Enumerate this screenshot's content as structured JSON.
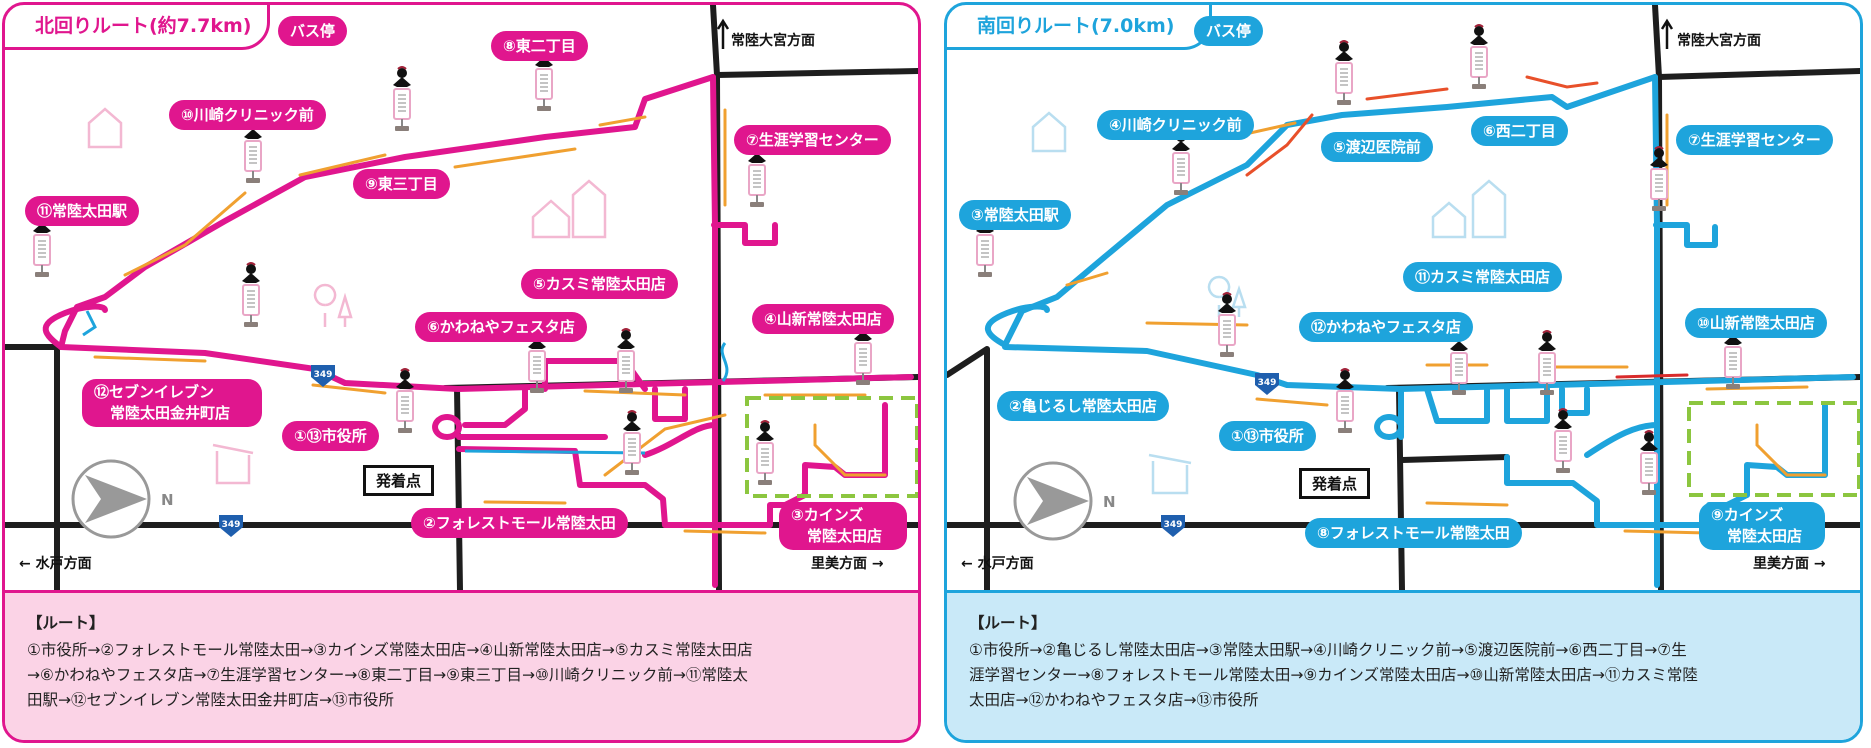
{
  "north": {
    "title": "北回りルート(約7.7km)",
    "legend_label": "バス停",
    "accent": "#e0168e",
    "bg": "#fbd3e6",
    "direction_north_label": "常陸大宮方面",
    "direction_west_label": "← 水戸方面",
    "direction_east_label": "里美方面 →",
    "origin_label": "発着点",
    "compass_label": "N",
    "route_shield": "349",
    "stops": {
      "s1_13": "①⑬市役所",
      "s2": "②フォレストモール常陸太田",
      "s3_line1": "③カインズ",
      "s3_line2": "常陸太田店",
      "s4": "④山新常陸太田店",
      "s5": "⑤カスミ常陸太田店",
      "s6": "⑥かわねやフェスタ店",
      "s7": "⑦生涯学習センター",
      "s8": "⑧東二丁目",
      "s9": "⑨東三丁目",
      "s10": "⑩川崎クリニック前",
      "s11": "⑪常陸太田駅",
      "s12_line1": "⑫セブンイレブン",
      "s12_line2": "常陸太田金井町店"
    },
    "route_heading": "【ルート】",
    "route_lines": [
      "①市役所→②フォレストモール常陸太田→③カインズ常陸太田店→④山新常陸太田店→⑤カスミ常陸太田店",
      "→⑥かわねやフェスタ店→⑦生涯学習センター→⑧東二丁目→⑨東三丁目→⑩川崎クリニック前→⑪常陸太",
      "田駅→⑫セブンイレブン常陸太田金井町店→⑬市役所"
    ]
  },
  "south": {
    "title": "南回りルート(7.0km)",
    "legend_label": "バス停",
    "accent": "#1ea4dc",
    "bg": "#c9e9f8",
    "direction_north_label": "常陸大宮方面",
    "direction_west_label": "← 水戸方面",
    "direction_east_label": "里美方面 →",
    "origin_label": "発着点",
    "compass_label": "N",
    "route_shield": "349",
    "stops": {
      "s1_13": "①⑬市役所",
      "s2": "②亀じるし常陸太田店",
      "s3": "③常陸太田駅",
      "s4": "④川崎クリニック前",
      "s5": "⑤渡辺医院前",
      "s6": "⑥西二丁目",
      "s7": "⑦生涯学習センター",
      "s8": "⑧フォレストモール常陸太田",
      "s9_line1": "⑨カインズ",
      "s9_line2": "常陸太田店",
      "s10": "⑩山新常陸太田店",
      "s11": "⑪カスミ常陸太田店",
      "s12": "⑫かわねやフェスタ店"
    },
    "route_heading": "【ルート】",
    "route_lines": [
      "①市役所→②亀じるし常陸太田店→③常陸太田駅→④川崎クリニック前→⑤渡辺医院前→⑥西二丁目→⑦生",
      "涯学習センター→⑧フォレストモール常陸太田→⑨カインズ常陸太田店→⑩山新常陸太田店→⑪カスミ常陸",
      "太田店→⑫かわねやフェスタ店→⑬市役所"
    ]
  },
  "colors": {
    "road": "#1e1e1e",
    "arrow": "#f0a030",
    "arrow_red": "#e8502a",
    "highlight_box": "#8cc63f",
    "shield": "#1f5fae"
  }
}
